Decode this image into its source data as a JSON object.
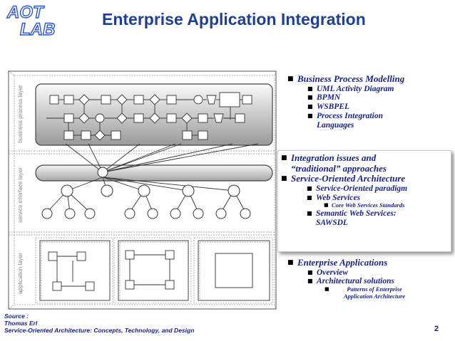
{
  "logo": {
    "line1": "AOT",
    "line2": "LAB",
    "color": "#2a56c6"
  },
  "title": "Enterprise Application Integration",
  "diagram": {
    "labels": [
      "business process layer",
      "service interface layer",
      "application layer"
    ]
  },
  "bullets": {
    "group1": {
      "items": [
        {
          "text": "Business Process Modelling",
          "children": [
            {
              "text": "UML Activity Diagram"
            },
            {
              "text": "BPMN"
            },
            {
              "text": "WSBPEL"
            },
            {
              "text": "Process Integration Languages"
            }
          ]
        }
      ]
    },
    "group2": {
      "items": [
        {
          "text": "Integration issues and “traditional” approaches"
        },
        {
          "text": "Service-Oriented Architecture",
          "children": [
            {
              "text": "Service-Oriented paradigm"
            },
            {
              "text": "Web Services",
              "children": [
                {
                  "text": "Core Web Services Standards"
                }
              ]
            },
            {
              "text": "Semantic Web Services: SAWSDL"
            }
          ]
        }
      ]
    },
    "group3": {
      "items": [
        {
          "text": "Enterprise Applications",
          "children": [
            {
              "text": "Overview"
            },
            {
              "text": "Architectural solutions",
              "children": [
                {
                  "text": "Patterns of Enterprise Application Architecture"
                }
              ]
            }
          ]
        }
      ]
    }
  },
  "source": {
    "label": "Source :",
    "author": "Thomas Erl",
    "book": "Service-Oriented Architecture: Concepts, Technology, and Design"
  },
  "page_number": "2"
}
